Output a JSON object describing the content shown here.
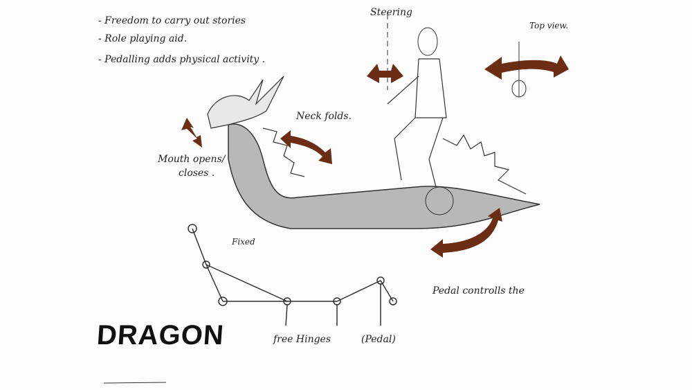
{
  "notes": [
    "- Freedom to carry out stories",
    "- Role playing aid.",
    "- Pedalling adds physical activity ."
  ],
  "labels": {
    "steering": "Steering",
    "top_view": "Top view.",
    "neck_folds": "Neck folds.",
    "mouth_1": "Mouth opens/",
    "mouth_2": "closes .",
    "fixed": "Fixed",
    "pedal_controls": "Pedal controlls the",
    "free_hinges": "free Hinges",
    "pedal": "(Pedal)"
  },
  "title": "DRAGON",
  "colors": {
    "arrow": "#6b2e14",
    "ink": "#222222",
    "body": "#9a9a9a"
  }
}
